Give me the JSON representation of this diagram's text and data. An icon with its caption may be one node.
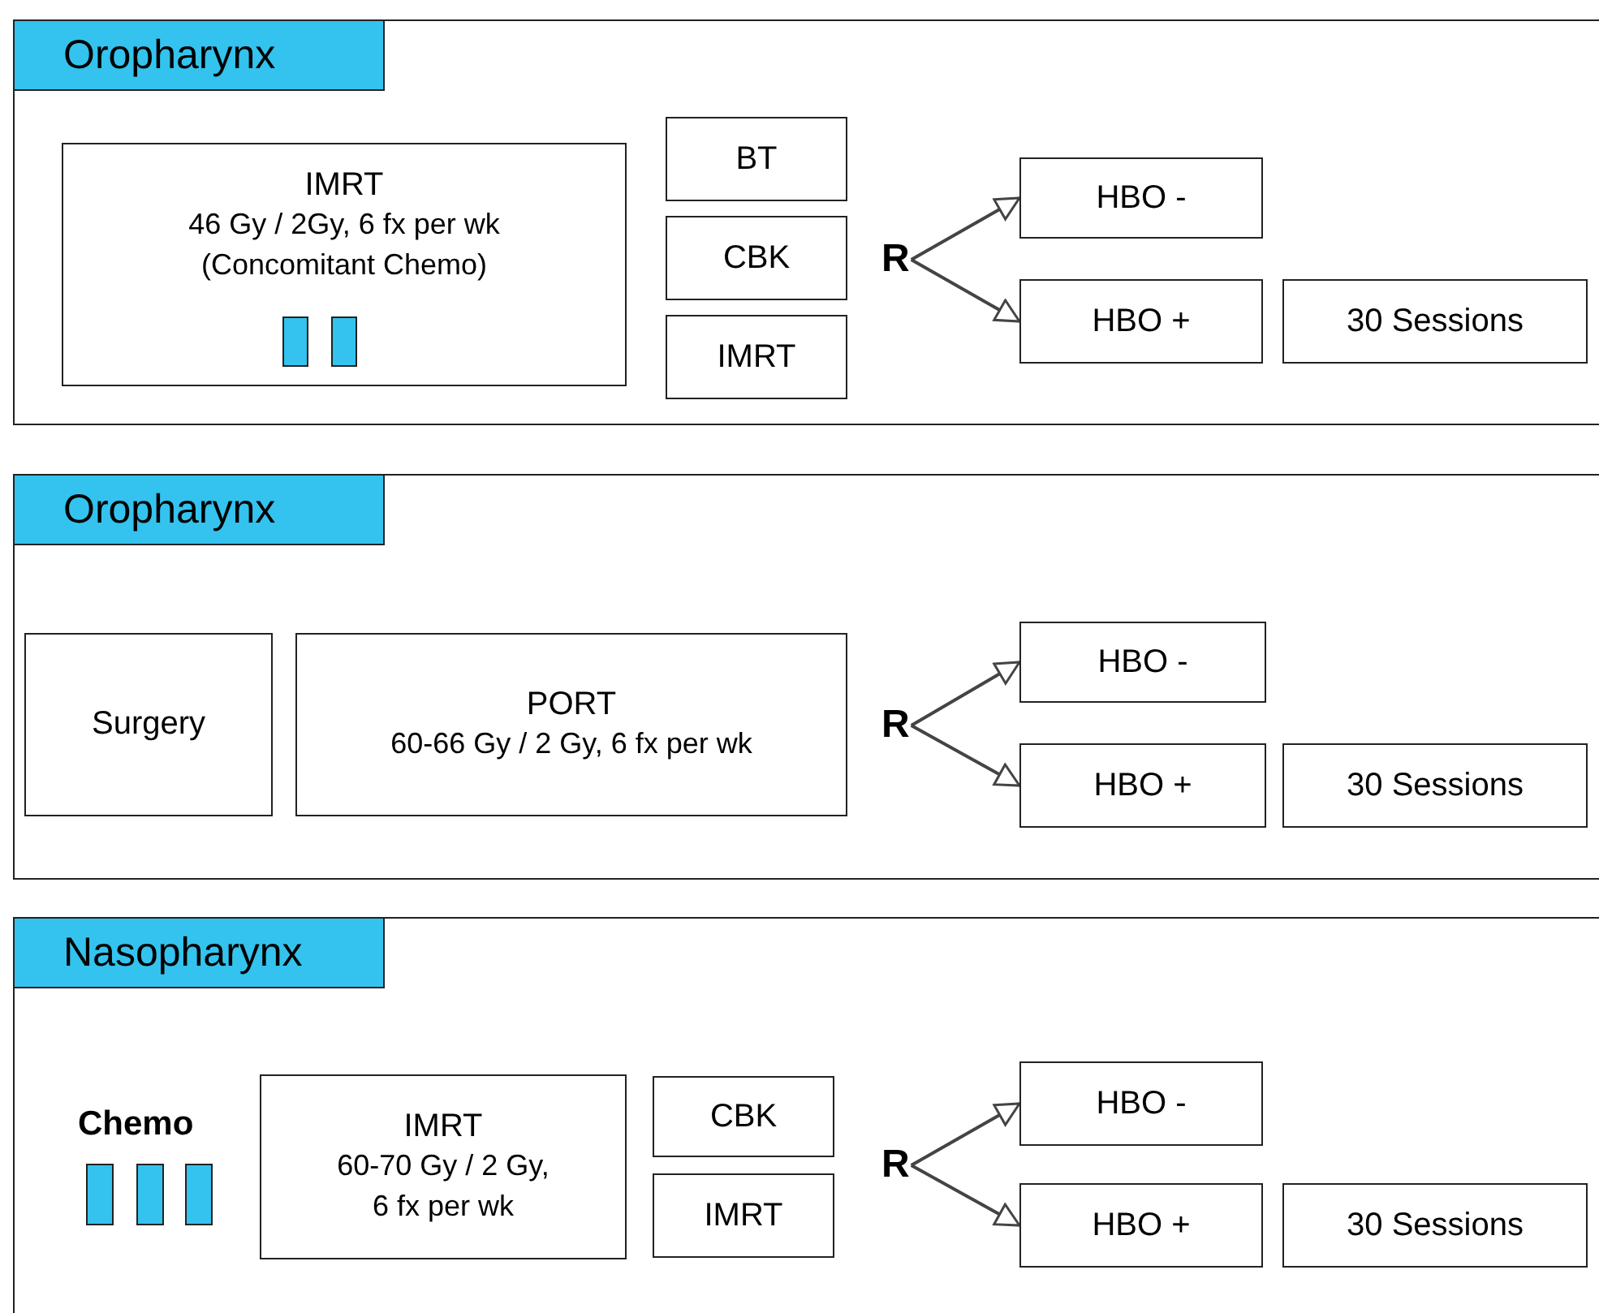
{
  "diagram": {
    "nodes": [
      {
        "text": [
          "Oropharynx"
        ]
      },
      {
        "text": [
          "IMRT",
          "46 Gy / 2Gy, 6 fx per wk (Concomitant Chemo)"
        ],
        "in": 0
      },
      {
        "text": [
          "BT"
        ],
        "in": 0
      },
      {
        "text": [
          "CBK"
        ],
        "in": 0
      },
      {
        "text": [
          "IMRT"
        ],
        "in": 0
      },
      {
        "text": [
          "R"
        ],
        "in": 0
      },
      {
        "text": [
          "HBO -"
        ],
        "in": 0
      },
      {
        "text": [
          "HBO +"
        ],
        "in": 0
      },
      {
        "text": [
          "30 Sessions"
        ],
        "in": 0
      },
      {
        "text": [
          "Oropharynx"
        ]
      },
      {
        "text": [
          "Surgery"
        ],
        "in": 9
      },
      {
        "text": [
          "PORT",
          "60-66 Gy / 2 Gy, 6 fx per wk"
        ],
        "in": 9
      },
      {
        "text": [
          "R"
        ],
        "in": 9
      },
      {
        "text": [
          "HBO -"
        ],
        "in": 9
      },
      {
        "text": [
          "HBO +"
        ],
        "in": 9
      },
      {
        "text": [
          "30 Sessions"
        ],
        "in": 9
      },
      {
        "text": [
          "Nasopharynx"
        ]
      },
      {
        "text": [
          "IMRT",
          "60-70 Gy / 2 Gy, 6 fx per wk"
        ],
        "in": 16
      },
      {
        "text": [
          "CBK"
        ],
        "in": 16
      },
      {
        "text": [
          "IMRT"
        ],
        "in": 16
      },
      {
        "text": [
          "R"
        ],
        "in": 16
      },
      {
        "text": [
          "HBO -"
        ],
        "in": 16
      },
      {
        "text": [
          "HBO +"
        ],
        "in": 16
      },
      {
        "text": [
          "30 Sessions"
        ],
        "in": 16
      }
    ],
    "edges": [
      {
        "from": 5,
        "to": 6,
        "arrow": "to"
      },
      {
        "from": 5,
        "to": 7,
        "arrow": "to"
      },
      {
        "from": 12,
        "to": 13,
        "arrow": "to"
      },
      {
        "from": 12,
        "to": 14,
        "arrow": "to"
      },
      {
        "from": 20,
        "to": 21,
        "arrow": "to"
      },
      {
        "from": 20,
        "to": 22,
        "arrow": "to"
      }
    ],
    "labels": [
      "Chemo"
    ]
  }
}
